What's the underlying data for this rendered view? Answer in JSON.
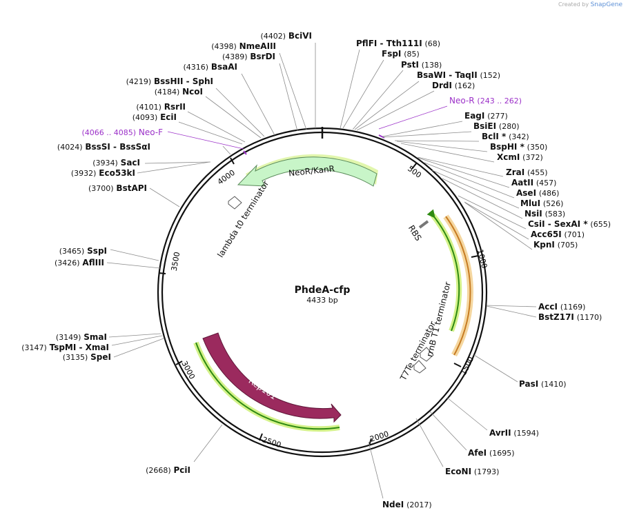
{
  "credit": {
    "prefix": "Created by",
    "brand": "SnapGene"
  },
  "plasmid": {
    "name": "PhdeA-cfp",
    "length_label": "4433 bp",
    "length": 4433
  },
  "sites": [
    {
      "name": "BciVI",
      "pos": "(4402)",
      "side": "L"
    },
    {
      "name": "NmeAIII",
      "pos": "(4398)",
      "side": "L"
    },
    {
      "name": "BsrDI",
      "pos": "(4389)",
      "side": "L"
    },
    {
      "name": "BsaAI",
      "pos": "(4316)",
      "side": "L"
    },
    {
      "name": "BssHII  - SphI",
      "pos": "(4219)",
      "side": "L"
    },
    {
      "name": "NcoI",
      "pos": "(4184)",
      "side": "L"
    },
    {
      "name": "RsrII",
      "pos": "(4101)",
      "side": "L"
    },
    {
      "name": "EciI",
      "pos": "(4093)",
      "side": "L"
    },
    {
      "name": "Neo-F",
      "pos": "(4066 .. 4085)",
      "side": "L",
      "primer": true
    },
    {
      "name": "BssSI  - BssSαI",
      "pos": "(4024)",
      "side": "L"
    },
    {
      "name": "SacI",
      "pos": "(3934)",
      "side": "L"
    },
    {
      "name": "Eco53kI",
      "pos": "(3932)",
      "side": "L"
    },
    {
      "name": "BstAPI",
      "pos": "(3700)",
      "side": "L"
    },
    {
      "name": "SspI",
      "pos": "(3465)",
      "side": "L"
    },
    {
      "name": "AflIII",
      "pos": "(3426)",
      "side": "L"
    },
    {
      "name": "SmaI",
      "pos": "(3149)",
      "side": "L"
    },
    {
      "name": "TspMI  - XmaI",
      "pos": "(3147)",
      "side": "L"
    },
    {
      "name": "SpeI",
      "pos": "(3135)",
      "side": "L"
    },
    {
      "name": "PciI",
      "pos": "(2668)",
      "side": "L"
    },
    {
      "name": "PflFI  - Tth111I",
      "pos": "(68)",
      "side": "R"
    },
    {
      "name": "FspI",
      "pos": "(85)",
      "side": "R"
    },
    {
      "name": "PstI",
      "pos": "(138)",
      "side": "R"
    },
    {
      "name": "BsaWI  - TaqII",
      "pos": "(152)",
      "side": "R"
    },
    {
      "name": "DrdI",
      "pos": "(162)",
      "side": "R"
    },
    {
      "name": "Neo-R",
      "pos": "(243 .. 262)",
      "side": "R",
      "primer": true
    },
    {
      "name": "EagI",
      "pos": "(277)",
      "side": "R"
    },
    {
      "name": "BsiEI",
      "pos": "(280)",
      "side": "R"
    },
    {
      "name": "BclI *",
      "pos": "(342)",
      "side": "R"
    },
    {
      "name": "BspHI *",
      "pos": "(350)",
      "side": "R"
    },
    {
      "name": "XcmI",
      "pos": "(372)",
      "side": "R"
    },
    {
      "name": "ZraI",
      "pos": "(455)",
      "side": "R"
    },
    {
      "name": "AatII",
      "pos": "(457)",
      "side": "R"
    },
    {
      "name": "AseI",
      "pos": "(486)",
      "side": "R"
    },
    {
      "name": "MluI",
      "pos": "(526)",
      "side": "R"
    },
    {
      "name": "NsiI",
      "pos": "(583)",
      "side": "R"
    },
    {
      "name": "CsiI  - SexAI *",
      "pos": "(655)",
      "side": "R"
    },
    {
      "name": "Acc65I",
      "pos": "(701)",
      "side": "R"
    },
    {
      "name": "KpnI",
      "pos": "(705)",
      "side": "R"
    },
    {
      "name": "AccI",
      "pos": "(1169)",
      "side": "R"
    },
    {
      "name": "BstZ17I",
      "pos": "(1170)",
      "side": "R"
    },
    {
      "name": "PasI",
      "pos": "(1410)",
      "side": "R"
    },
    {
      "name": "AvrII",
      "pos": "(1594)",
      "side": "R"
    },
    {
      "name": "AfeI",
      "pos": "(1695)",
      "side": "R"
    },
    {
      "name": "EcoNI",
      "pos": "(1793)",
      "side": "R"
    },
    {
      "name": "NdeI",
      "pos": "(2017)",
      "side": "R"
    }
  ],
  "ticks": [
    "500",
    "1000",
    "1500",
    "2000",
    "2500",
    "3000",
    "3500",
    "4000"
  ],
  "features": {
    "neor": "NeoR/KanR",
    "rep101": "Rep101",
    "lambda": "lambda t0 terminator",
    "rbs": "RBS",
    "rrnb": "rrnB T1 terminator",
    "t7te": "T7Te terminator"
  },
  "colors": {
    "primer": "#9b30c8",
    "neor_fill": "#c8f5c8",
    "rep_fill": "#9b2a5e",
    "orange": "#e8a84e",
    "green_stroke": "#2e8a12",
    "highlight": "#d4f28a"
  }
}
